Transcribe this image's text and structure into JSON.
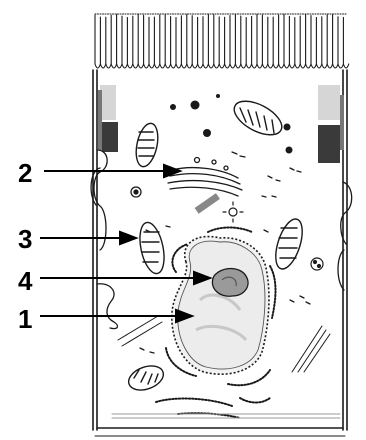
{
  "figure": {
    "labels": [
      {
        "id": "label-2",
        "text": "2"
      },
      {
        "id": "label-3",
        "text": "3"
      },
      {
        "id": "label-4",
        "text": "4"
      },
      {
        "id": "label-1",
        "text": "1"
      }
    ]
  },
  "colors": {
    "ink": "#1a1a1a",
    "background": "#ffffff",
    "junction_shade": "#3a3a3a"
  }
}
